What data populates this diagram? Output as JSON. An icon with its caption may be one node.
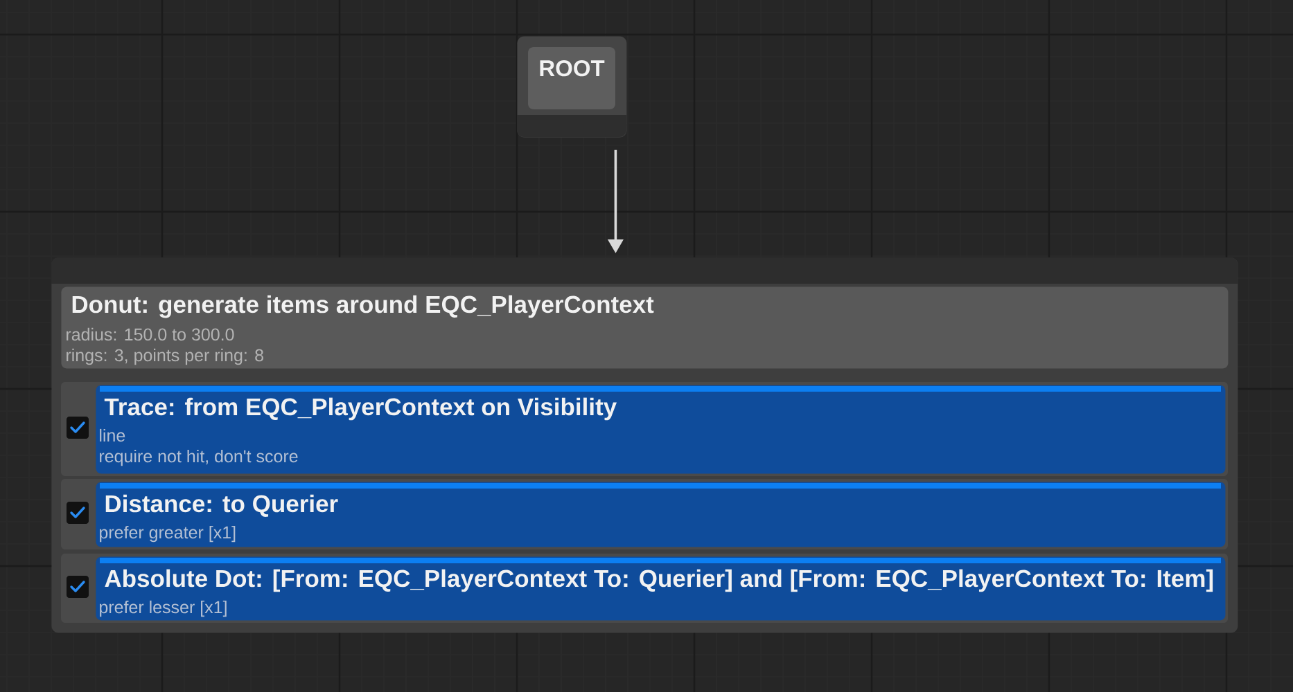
{
  "diagram": {
    "nodes": [
      {
        "text": [
          "ROOT"
        ]
      },
      {
        "text": [],
        "shape": "box"
      },
      {
        "text": [
          "Donut: generate items around EQC_PlayerContext",
          "radius: 150.0 to 300.0",
          "rings: 3, points per ring: 8"
        ],
        "in": 1
      },
      {
        "text": [
          "Trace: from EQC_PlayerContext on Visibility",
          "line",
          "require not hit, don't score"
        ],
        "in": 1
      },
      {
        "text": [
          "Distance: to Querier",
          "prefer greater [x1]"
        ],
        "in": 1
      },
      {
        "text": [
          "Absolute Dot: [From: EQC_PlayerContext To: Querier] and [From: EQC_PlayerContext To: Item]",
          "prefer lesser [x1]"
        ],
        "in": 1
      }
    ],
    "edges": [
      {
        "from": 0,
        "to": 1,
        "arrow": "to"
      }
    ]
  }
}
